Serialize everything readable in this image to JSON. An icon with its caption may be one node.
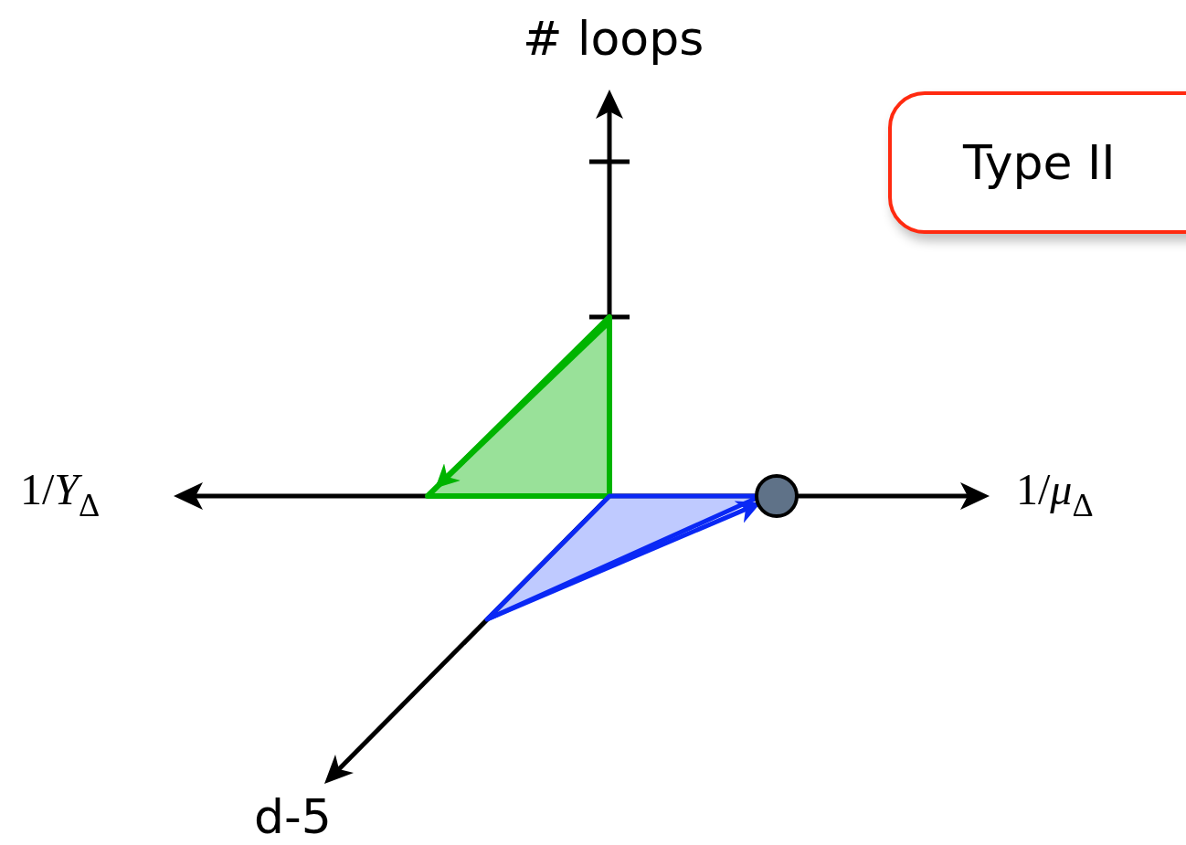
{
  "diagram": {
    "nodes": [
      {
        "text": [
          "Type II"
        ]
      },
      {
        "text": [],
        "shape": "circle"
      }
    ],
    "edges": [
      {
        "from": null,
        "to": 1,
        "arrow": "to",
        "color": "#0a28f5"
      }
    ],
    "labels": [
      "# loops",
      "1/*Y*$_{Δ}$",
      "1/*μ*$_{Δ}$",
      "d-5"
    ]
  }
}
